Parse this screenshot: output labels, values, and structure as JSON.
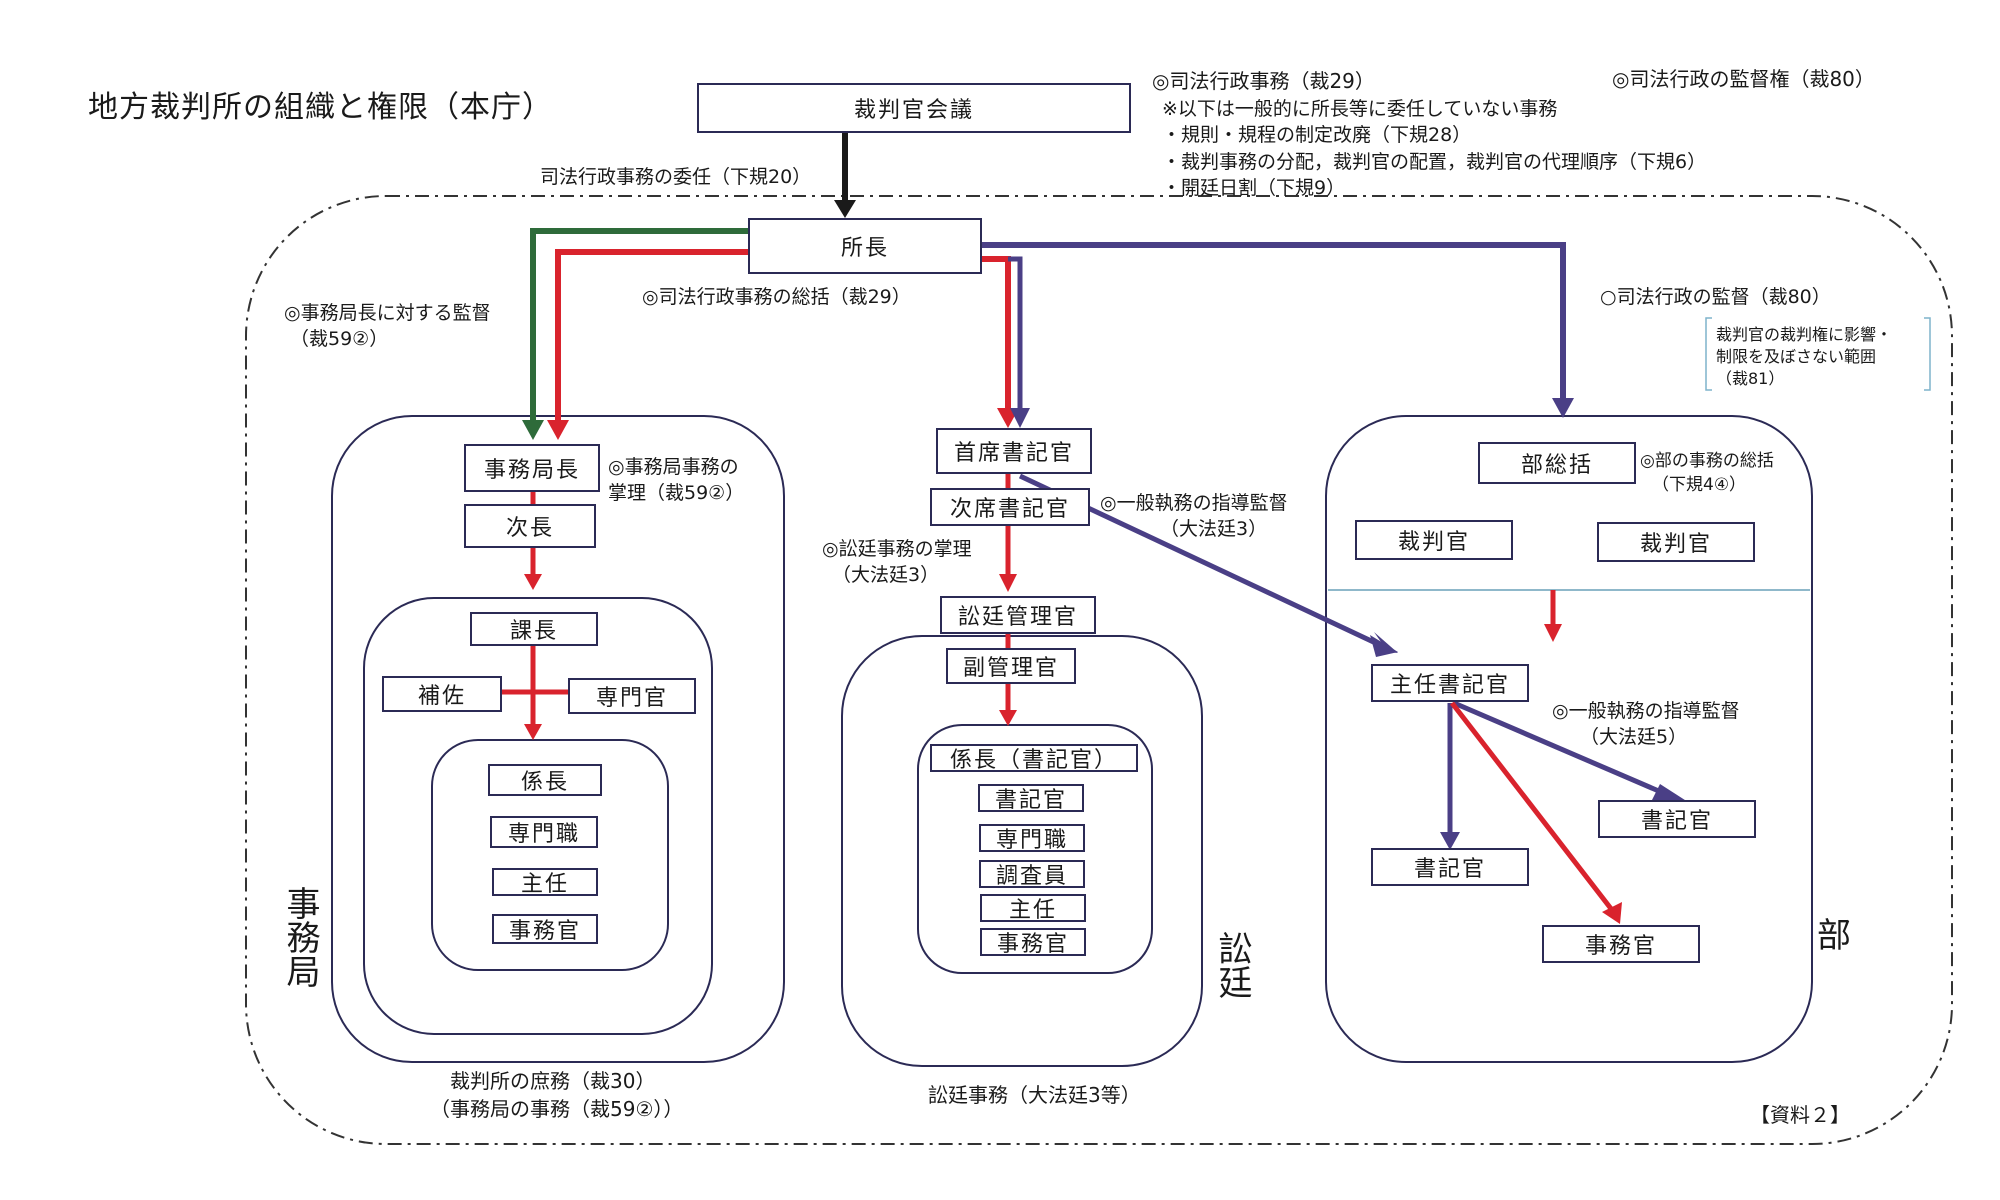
{
  "title": "地方裁判所の組織と権限（本庁）",
  "footer_tag": "【資料２】",
  "colors": {
    "green": "#2e6b3a",
    "red": "#d9232d",
    "purple": "#4a3f86",
    "black": "#1a1a1a",
    "box_border": "#2b2a55"
  },
  "top": {
    "council": "裁判官会議",
    "delegation_note": "司法行政事務の委任（下規20）",
    "judicial_admin": {
      "heading": "◎司法行政事務（裁29）",
      "note": "※以下は一般的に所長等に委任していない事務",
      "items": [
        "・規則・規程の制定改廃（下規28）",
        "・裁判事務の分配，裁判官の配置，裁判官の代理順序（下規6）",
        "・開廷日割（下規9）"
      ]
    },
    "supervision_right": "◎司法行政の監督権（裁80）"
  },
  "president": {
    "label": "所長",
    "general_note": "◎司法行政事務の総括（裁29）",
    "secretariat_supervision": [
      "◎事務局長に対する監督",
      "（裁59②）"
    ],
    "division_supervision": "○司法行政の監督（裁80）",
    "division_limit": [
      "裁判官の裁判権に影響・",
      "制限を及ぼさない範囲",
      "（裁81）"
    ]
  },
  "secretariat": {
    "section_label": "事務局",
    "director": "事務局長",
    "director_note": [
      "◎事務局事務の",
      "掌理（裁59②）"
    ],
    "deputy": "次長",
    "section_chief": "課長",
    "assistant": "補佐",
    "specialist_officer": "専門官",
    "staff": [
      "係長",
      "専門職",
      "主任",
      "事務官"
    ],
    "footer": [
      "裁判所の庶務（裁30）",
      "（事務局の事務（裁59②））"
    ]
  },
  "court_clerks": {
    "section_label": "訟廷",
    "chief_clerk": "首席書記官",
    "deputy_chief_clerk": "次席書記官",
    "deputy_note": [
      "◎訟廷事務の掌理",
      "（大法廷3）"
    ],
    "general_supervision_note": [
      "◎一般執務の指導監督",
      "（大法廷3）"
    ],
    "court_manager": "訟廷管理官",
    "deputy_manager": "副管理官",
    "staff": [
      "係長（書記官）",
      "書記官",
      "専門職",
      "調査員",
      "主任",
      "事務官"
    ],
    "footer": "訟廷事務（大法廷3等）"
  },
  "division": {
    "section_label": "部",
    "head": "部総括",
    "head_note": [
      "◎部の事務の総括",
      "（下規4④）"
    ],
    "judges": [
      "裁判官",
      "裁判官"
    ],
    "chief_clerk": "主任書記官",
    "chief_clerk_note": [
      "◎一般執務の指導監督",
      "（大法廷5）"
    ],
    "clerks": [
      "書記官",
      "書記官"
    ],
    "officer": "事務官"
  }
}
